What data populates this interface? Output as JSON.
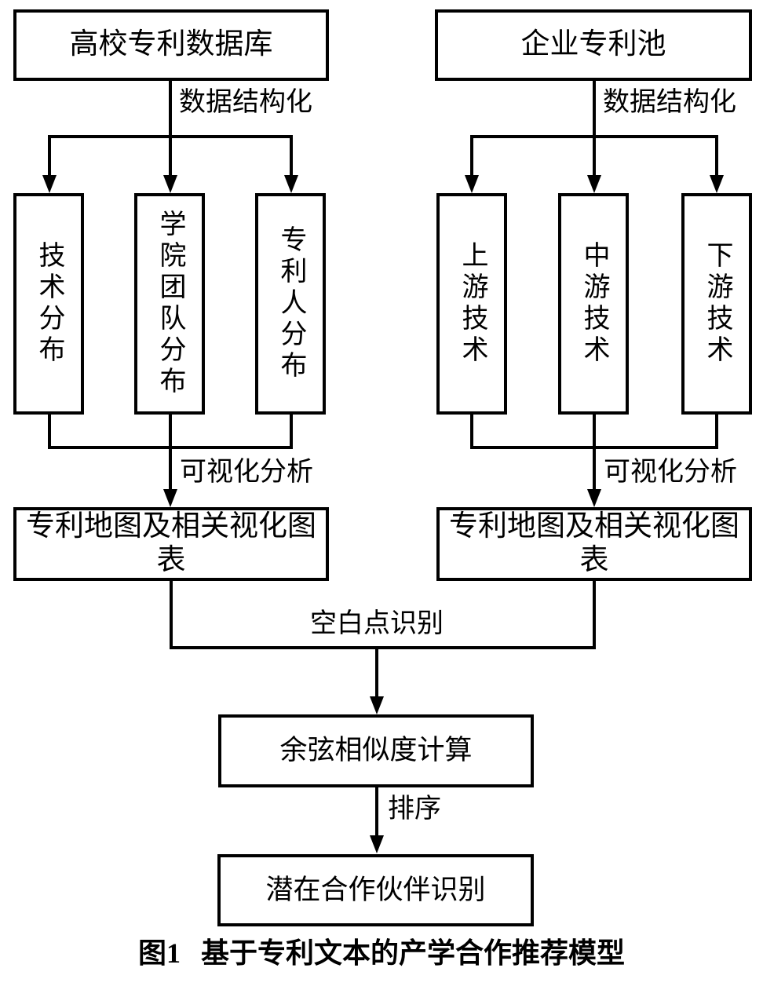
{
  "colors": {
    "line": "#000000",
    "background": "#ffffff",
    "text": "#000000"
  },
  "left_flow": {
    "source_box": "高校专利数据库",
    "edge_label_structuring": "数据结构化",
    "branch_boxes": [
      "技术分布",
      "学院团队分布",
      "专利人分布"
    ],
    "edge_label_analysis": "可视化分析",
    "result_box": "专利地图及相关视化图表"
  },
  "right_flow": {
    "source_box": "企业专利池",
    "edge_label_structuring": "数据结构化",
    "branch_boxes": [
      "上游技术",
      "中游技术",
      "下游技术"
    ],
    "edge_label_analysis": "可视化分析",
    "result_box": "专利地图及相关视化图表"
  },
  "merge_flow": {
    "edge_label_blank_point": "空白点识别",
    "cosine_box": "余弦相似度计算",
    "edge_label_sort": "排序",
    "result_box": "潜在合作伙伴识别"
  },
  "caption": {
    "figure_number": "图1",
    "title": "基于专利文本的产学合作推荐模型"
  }
}
